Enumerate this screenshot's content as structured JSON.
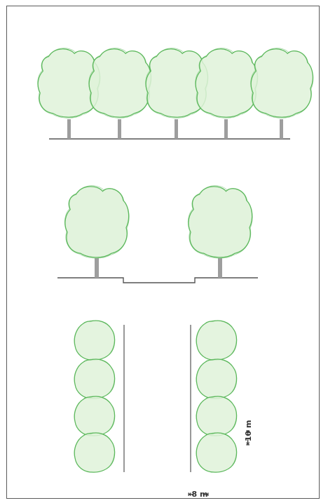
{
  "colors": {
    "canopy_fill": "#dff2d9",
    "canopy_stroke": "#5cb85c",
    "trunk": "#9e9e9e",
    "ground_line": "#555555",
    "frame_border": "#5a5a5a",
    "dimension_text": "#333333"
  },
  "diagram": {
    "panels": [
      {
        "id": "dense-row-elevation",
        "trees": 5,
        "overlapping": true
      },
      {
        "id": "spaced-pair-elevation",
        "trees": 2,
        "ground_recess": true
      },
      {
        "id": "plan-view-rows",
        "columns": 2,
        "trees_per_column": 4
      }
    ],
    "dimensions": {
      "tree_spacing": "10 m",
      "row_gap": "8 m"
    }
  }
}
